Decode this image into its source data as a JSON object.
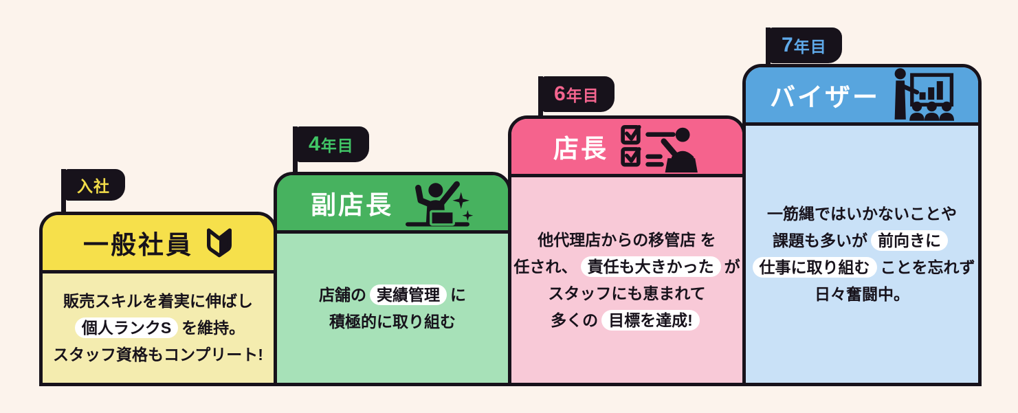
{
  "page": {
    "bg": "#FCF3EC",
    "ink": "#17121B"
  },
  "steps": [
    {
      "flag": {
        "num": "",
        "suffix": "入社"
      },
      "title": "一般社員",
      "icon": "beginner-mark-icon",
      "colors": {
        "header": "#F6E04B",
        "body": "#F4ECAF",
        "flag_text": "#F2DC49",
        "title": "#17121B"
      },
      "body_lines": [
        [
          {
            "t": "販売スキルを着実に伸ばし"
          }
        ],
        [
          {
            "t": "個人ランクS",
            "hl": true
          },
          {
            "t": "を維持。"
          }
        ],
        [
          {
            "t": "スタッフ資格もコンプリート!"
          }
        ]
      ]
    },
    {
      "flag": {
        "num": "4",
        "suffix": "年目"
      },
      "title": "副店長",
      "icon": "cheering-staff-icon",
      "colors": {
        "header": "#47B25F",
        "body": "#A7E1B8",
        "flag_text": "#41C566",
        "title": "#FFFFFF"
      },
      "body_lines": [
        [
          {
            "t": "店舗の"
          },
          {
            "t": "実績管理",
            "hl": true
          },
          {
            "t": "に"
          }
        ],
        [
          {
            "t": "積極的に取り組む"
          }
        ]
      ]
    },
    {
      "flag": {
        "num": "6",
        "suffix": "年目"
      },
      "title": "店長",
      "icon": "checklist-manager-icon",
      "colors": {
        "header": "#F5638D",
        "body": "#F8C9D7",
        "flag_text": "#F4658F",
        "title": "#FFFFFF"
      },
      "body_lines": [
        [
          {
            "t": "他代理店からの移管店 を"
          }
        ],
        [
          {
            "t": "任され、"
          },
          {
            "t": "責任も大きかった",
            "hl": true
          },
          {
            "t": "が"
          }
        ],
        [
          {
            "t": "スタッフにも恵まれて"
          }
        ],
        [
          {
            "t": "多くの"
          },
          {
            "t": "目標を達成!",
            "hl": true
          }
        ]
      ]
    },
    {
      "flag": {
        "num": "7",
        "suffix": "年目"
      },
      "title": "バイザー",
      "icon": "presentation-icon",
      "colors": {
        "header": "#58A5DE",
        "body": "#C9E1F7",
        "flag_text": "#5FA9E9",
        "title": "#FFFFFF"
      },
      "body_lines": [
        [
          {
            "t": "一筋縄ではいかないことや"
          }
        ],
        [
          {
            "t": "課題も多いが"
          },
          {
            "t": "前向きに",
            "hl": true
          }
        ],
        [
          {
            "t": "仕事に取り組む",
            "hl": true
          },
          {
            "t": "ことを忘れず"
          }
        ],
        [
          {
            "t": "日々奮闘中。"
          }
        ]
      ]
    }
  ]
}
